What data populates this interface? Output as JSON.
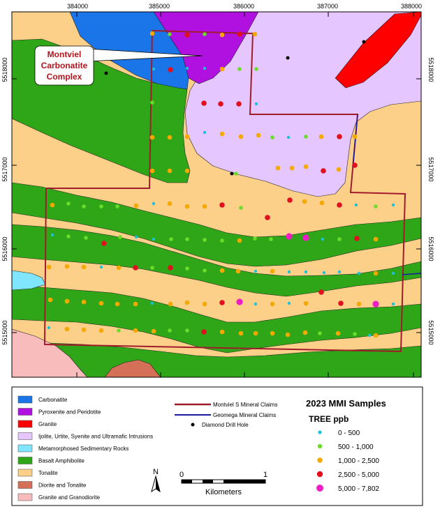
{
  "colors": {
    "carbonatite": "#1a75e8",
    "pyroxenite": "#b010e0",
    "granite": "#ff0000",
    "ijolite": "#e6c6ff",
    "metasediment": "#80e6ff",
    "amphibolite": "#2ea618",
    "tonalite": "#fdd08a",
    "diorite": "#d47058",
    "granodiorite": "#f8bcbc",
    "claim_montviel": "#a01c2a",
    "claim_geomega": "#1a1aa0",
    "drill": "#000000",
    "tree_0_500": "#19c2d8",
    "tree_500_1000": "#6adc2a",
    "tree_1000_2500": "#f5a800",
    "tree_2500_5000": "#e0101e",
    "tree_5000_7802": "#f01cc6"
  },
  "axes": {
    "easting": [
      "384000",
      "385000",
      "386000",
      "387000",
      "388000"
    ],
    "northing": [
      "5518000",
      "5517000",
      "5516000",
      "5515000"
    ]
  },
  "callout": {
    "line1": "Montviel",
    "line2": "Carbonatite",
    "line3": "Complex"
  },
  "legend": {
    "units": [
      {
        "label": "Carbonatite",
        "color_key": "carbonatite"
      },
      {
        "label": "Pyroxenite and Peridotite",
        "color_key": "pyroxenite"
      },
      {
        "label": "Granite",
        "color_key": "granite"
      },
      {
        "label": "Ijolite, Urtite, Syenite and Ultramafic Intrusions",
        "color_key": "ijolite"
      },
      {
        "label": "Metamorphosed Sedimentary Rocks",
        "color_key": "metasediment"
      },
      {
        "label": "Basalt Amphibolite",
        "color_key": "amphibolite"
      },
      {
        "label": "Tonalite",
        "color_key": "tonalite"
      },
      {
        "label": "Diorite and Tonalite",
        "color_key": "diorite"
      },
      {
        "label": "Granite and Granodiorite",
        "color_key": "granodiorite"
      }
    ],
    "lines": [
      {
        "label": "Montviel S Mineral Claims",
        "color_key": "claim_montviel"
      },
      {
        "label": "Geomega Mineral Claims",
        "color_key": "claim_geomega"
      },
      {
        "label": "Diamond Drill Hole",
        "color_key": "drill"
      }
    ],
    "samples_title": "2023 MMI Samples",
    "samples_subtitle": "TREE ppb",
    "classes": [
      {
        "label": "0 - 500",
        "color_key": "tree_0_500",
        "size": "xs"
      },
      {
        "label": "500 - 1,000",
        "color_key": "tree_500_1000",
        "size": "s"
      },
      {
        "label": "1,000 - 2,500",
        "color_key": "tree_1000_2500",
        "size": "m"
      },
      {
        "label": "2,500 - 5,000",
        "color_key": "tree_2500_5000",
        "size": "l"
      },
      {
        "label": "5,000 - 7,802",
        "color_key": "tree_5000_7802",
        "size": "xl"
      }
    ],
    "north": "N",
    "scale_start": "0",
    "scale_end": "1",
    "scale_unit": "Kilometers"
  }
}
